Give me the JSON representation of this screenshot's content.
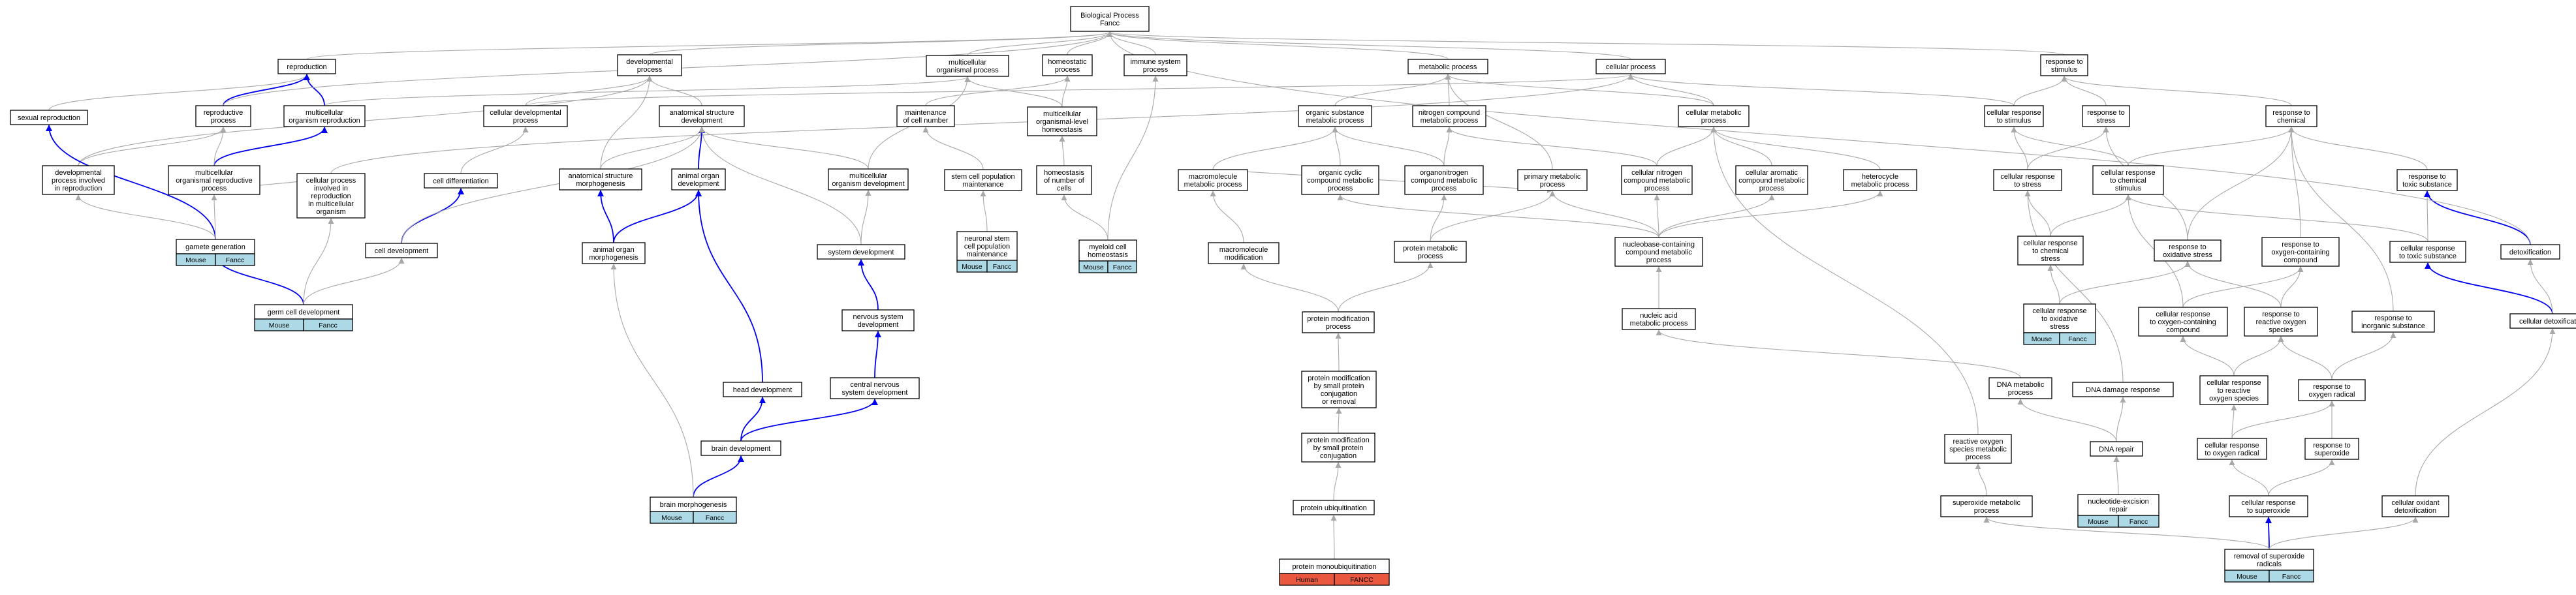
{
  "title": "Biological Process Fancc GO graph",
  "colors": {
    "edge_default": "#a8a8a8",
    "edge_highlight": "#0000ee",
    "mouse_fill": "#add8e6",
    "human_fill": "#e9573f",
    "node_fill": "#ffffff",
    "node_stroke": "#000000"
  },
  "nodes": [
    {
      "id": "root",
      "lines": [
        "Biological Process",
        "Fancc"
      ]
    },
    {
      "id": "reproduction",
      "lines": [
        "reproduction"
      ]
    },
    {
      "id": "devproc",
      "lines": [
        "developmental",
        "process"
      ]
    },
    {
      "id": "mcorgproc",
      "lines": [
        "multicellular",
        "organismal process"
      ]
    },
    {
      "id": "homeostatic",
      "lines": [
        "homeostatic",
        "process"
      ]
    },
    {
      "id": "immune",
      "lines": [
        "immune system",
        "process"
      ]
    },
    {
      "id": "metabolic",
      "lines": [
        "metabolic process"
      ]
    },
    {
      "id": "cellproc",
      "lines": [
        "cellular process"
      ]
    },
    {
      "id": "respstim",
      "lines": [
        "response to",
        "stimulus"
      ]
    },
    {
      "id": "sexrepro",
      "lines": [
        "sexual reproduction"
      ]
    },
    {
      "id": "reproproc",
      "lines": [
        "reproductive",
        "process"
      ]
    },
    {
      "id": "mcorgrepro",
      "lines": [
        "multicellular",
        "organism reproduction"
      ]
    },
    {
      "id": "celldevproc",
      "lines": [
        "cellular developmental",
        "process"
      ]
    },
    {
      "id": "anatstruct",
      "lines": [
        "anatomical structure",
        "development"
      ]
    },
    {
      "id": "maintcell",
      "lines": [
        "maintenance",
        "of cell number"
      ]
    },
    {
      "id": "mcorglevelhomeo",
      "lines": [
        "multicellular",
        "organismal-level",
        "homeostasis"
      ]
    },
    {
      "id": "orgsubst",
      "lines": [
        "organic substance",
        "metabolic process"
      ]
    },
    {
      "id": "nitrogen",
      "lines": [
        "nitrogen compound",
        "metabolic process"
      ]
    },
    {
      "id": "cellmeta",
      "lines": [
        "cellular metabolic",
        "process"
      ]
    },
    {
      "id": "cellrespstim",
      "lines": [
        "cellular response",
        "to stimulus"
      ]
    },
    {
      "id": "respstress",
      "lines": [
        "response to",
        "stress"
      ]
    },
    {
      "id": "respchem",
      "lines": [
        "response to",
        "chemical"
      ]
    },
    {
      "id": "devrepro",
      "lines": [
        "developmental",
        "process involved",
        "in reproduction"
      ]
    },
    {
      "id": "mcorgreproproc",
      "lines": [
        "multicellular",
        "organismal reproductive",
        "process"
      ]
    },
    {
      "id": "cellprocrepro",
      "lines": [
        "cellular process",
        "involved in",
        "reproduction",
        "in multicellular",
        "organism"
      ]
    },
    {
      "id": "celldiff",
      "lines": [
        "cell differentiation"
      ]
    },
    {
      "id": "anatmorph",
      "lines": [
        "anatomical structure",
        "morphogenesis"
      ]
    },
    {
      "id": "animalorgandev",
      "lines": [
        "animal organ",
        "development"
      ]
    },
    {
      "id": "mcorgdev",
      "lines": [
        "multicellular",
        "organism development"
      ]
    },
    {
      "id": "stemcell",
      "lines": [
        "stem cell population",
        "maintenance"
      ]
    },
    {
      "id": "homeocells",
      "lines": [
        "homeostasis",
        "of number of",
        "cells"
      ]
    },
    {
      "id": "macromol",
      "lines": [
        "macromolecule",
        "metabolic process"
      ]
    },
    {
      "id": "orgcyclic",
      "lines": [
        "organic cyclic",
        "compound metabolic",
        "process"
      ]
    },
    {
      "id": "organonitrogen",
      "lines": [
        "organonitrogen",
        "compound metabolic",
        "process"
      ]
    },
    {
      "id": "primary",
      "lines": [
        "primary metabolic",
        "process"
      ]
    },
    {
      "id": "cellnitrogen",
      "lines": [
        "cellular nitrogen",
        "compound metabolic",
        "process"
      ]
    },
    {
      "id": "cellaromatic",
      "lines": [
        "cellular aromatic",
        "compound metabolic",
        "process"
      ]
    },
    {
      "id": "heterocycle",
      "lines": [
        "heterocycle",
        "metabolic process"
      ]
    },
    {
      "id": "cellrespstress",
      "lines": [
        "cellular response",
        "to stress"
      ]
    },
    {
      "id": "cellrespchem",
      "lines": [
        "cellular response",
        "to chemical",
        "stimulus"
      ]
    },
    {
      "id": "resptoxic",
      "lines": [
        "response to",
        "toxic substance"
      ]
    },
    {
      "id": "gamete",
      "lines": [
        "gamete generation"
      ],
      "organism": [
        "Mouse",
        "Fancc"
      ]
    },
    {
      "id": "celldev",
      "lines": [
        "cell development"
      ]
    },
    {
      "id": "animalorganmorph",
      "lines": [
        "animal organ",
        "morphogenesis"
      ]
    },
    {
      "id": "sysdev",
      "lines": [
        "system development"
      ]
    },
    {
      "id": "neuronalstem",
      "lines": [
        "neuronal stem",
        "cell population",
        "maintenance"
      ],
      "organism": [
        "Mouse",
        "Fancc"
      ]
    },
    {
      "id": "myeloid",
      "lines": [
        "myeloid cell",
        "homeostasis"
      ],
      "organism": [
        "Mouse",
        "Fancc"
      ]
    },
    {
      "id": "macromolmod",
      "lines": [
        "macromolecule",
        "modification"
      ]
    },
    {
      "id": "proteinmeta",
      "lines": [
        "protein metabolic",
        "process"
      ]
    },
    {
      "id": "nucleobase",
      "lines": [
        "nucleobase-containing",
        "compound metabolic",
        "process"
      ]
    },
    {
      "id": "cellrespchemstress",
      "lines": [
        "cellular response",
        "to chemical",
        "stress"
      ]
    },
    {
      "id": "respoxstress",
      "lines": [
        "response to",
        "oxidative stress"
      ]
    },
    {
      "id": "respoxycomp",
      "lines": [
        "response to",
        "oxygen-containing",
        "compound"
      ]
    },
    {
      "id": "cellresptoxic",
      "lines": [
        "cellular response",
        "to toxic substance"
      ]
    },
    {
      "id": "detox",
      "lines": [
        "detoxification"
      ]
    },
    {
      "id": "germcell",
      "lines": [
        "germ cell development"
      ],
      "organism": [
        "Mouse",
        "Fancc"
      ]
    },
    {
      "id": "nervsys",
      "lines": [
        "nervous system",
        "development"
      ]
    },
    {
      "id": "protmod",
      "lines": [
        "protein modification",
        "process"
      ]
    },
    {
      "id": "nucleicacid",
      "lines": [
        "nucleic acid",
        "metabolic process"
      ]
    },
    {
      "id": "cellrespoxstress",
      "lines": [
        "cellular response",
        "to oxidative",
        "stress"
      ],
      "organism": [
        "Mouse",
        "Fancc"
      ]
    },
    {
      "id": "cellrespoxycomp",
      "lines": [
        "cellular response",
        "to oxygen-containing",
        "compound"
      ]
    },
    {
      "id": "respros",
      "lines": [
        "response to",
        "reactive oxygen",
        "species"
      ]
    },
    {
      "id": "respinorg",
      "lines": [
        "response to",
        "inorganic substance"
      ]
    },
    {
      "id": "celldetox",
      "lines": [
        "cellular detoxification"
      ]
    },
    {
      "id": "cns",
      "lines": [
        "central nervous",
        "system development"
      ]
    },
    {
      "id": "protmodsmall",
      "lines": [
        "protein modification",
        "by small protein",
        "conjugation",
        "or removal"
      ]
    },
    {
      "id": "dnameta",
      "lines": [
        "DNA metabolic",
        "process"
      ]
    },
    {
      "id": "dnadamage",
      "lines": [
        "DNA damage response"
      ]
    },
    {
      "id": "cellresprosp",
      "lines": [
        "cellular response",
        "to reactive",
        "oxygen species"
      ]
    },
    {
      "id": "respoxrad",
      "lines": [
        "response to",
        "oxygen radical"
      ]
    },
    {
      "id": "headdev",
      "lines": [
        "head development"
      ]
    },
    {
      "id": "braindev",
      "lines": [
        "brain development"
      ]
    },
    {
      "id": "protmodconj",
      "lines": [
        "protein modification",
        "by small protein",
        "conjugation"
      ]
    },
    {
      "id": "rosmeta",
      "lines": [
        "reactive oxygen",
        "species metabolic",
        "process"
      ]
    },
    {
      "id": "dnarepair",
      "lines": [
        "DNA repair"
      ]
    },
    {
      "id": "cellrespoxrad",
      "lines": [
        "cellular response",
        "to oxygen radical"
      ]
    },
    {
      "id": "respsuperox",
      "lines": [
        "response to",
        "superoxide"
      ]
    },
    {
      "id": "brainmorph",
      "lines": [
        "brain morphogenesis"
      ],
      "organism": [
        "Mouse",
        "Fancc"
      ]
    },
    {
      "id": "superoxmeta",
      "lines": [
        "superoxide metabolic",
        "process"
      ]
    },
    {
      "id": "nerrepair",
      "lines": [
        "nucleotide-excision",
        "repair"
      ],
      "organism": [
        "Mouse",
        "Fancc"
      ]
    },
    {
      "id": "cellrespsuperox",
      "lines": [
        "cellular response",
        "to superoxide"
      ]
    },
    {
      "id": "celloxdetox",
      "lines": [
        "cellular oxidant",
        "detoxification"
      ]
    },
    {
      "id": "protubiq",
      "lines": [
        "protein ubiquitination"
      ]
    },
    {
      "id": "protmonoubiq",
      "lines": [
        "protein monoubiquitination"
      ],
      "organism": [
        "Human",
        "FANCC"
      ],
      "organism_type": "human"
    },
    {
      "id": "removalsuperox",
      "lines": [
        "removal of superoxide",
        "radicals"
      ],
      "organism": [
        "Mouse",
        "Fancc"
      ]
    }
  ]
}
